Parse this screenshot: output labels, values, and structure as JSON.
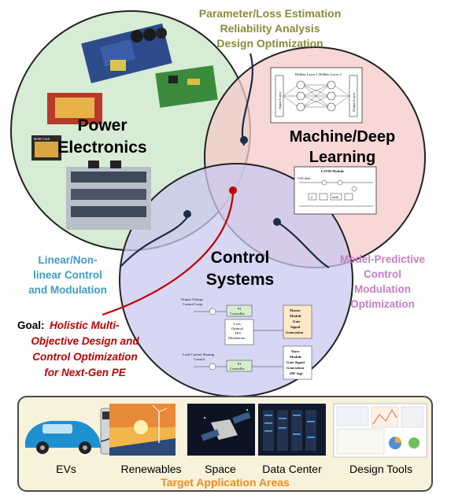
{
  "circles": {
    "power_electronics": {
      "line1": "Power",
      "line2": "Electronics",
      "fill": "#cfe9cc"
    },
    "machine_learning": {
      "line1": "Machine/Deep",
      "line2": "Learning",
      "fill": "#f6c9c9"
    },
    "control_systems": {
      "line1": "Control",
      "line2": "Systems",
      "fill": "#c9c8ef"
    }
  },
  "callouts": {
    "top": {
      "line1": "Parameter/Loss Estimation",
      "line2": "Reliability Analysis",
      "line3": "Design Optimization",
      "color": "#8a8a3c"
    },
    "left": {
      "line1": "Linear/Non-",
      "line2": "linear Control",
      "line3": "and Modulation",
      "color": "#3d9dc4"
    },
    "right": {
      "line1": "Model-Predictive",
      "line2": "Control",
      "line3": "Modulation",
      "line4": "Optimization",
      "color": "#c77dc5"
    },
    "goal": {
      "label": "Goal:",
      "line1": "Holistic Multi-",
      "line2": "Objective Design and",
      "line3": "Control Optimization",
      "line4": "for Next-Gen PE",
      "color": "#c00000"
    }
  },
  "nn_diagram": {
    "input_layer": "Input Layer",
    "hidden1": "Hidden Layer 1",
    "hidden2": "Hidden Layer 2",
    "output_layer": "Output Layer"
  },
  "lstm_diagram": {
    "title": "LSTM Module",
    "cell": "Cell data",
    "sigmoid": "σ",
    "tanh": "tanh"
  },
  "control_diagram": {
    "output_loop_1": "Output Voltage",
    "output_loop_2": "Control Loop",
    "pi_1": "PI",
    "pi_1b": "Controller",
    "loss_1": "Loss",
    "loss_2": "Optimal",
    "loss_3": "TPS",
    "loss_4": "Modulation",
    "master_1": "Master",
    "master_2": "Module",
    "master_3": "Gate",
    "master_4": "Signal",
    "master_5": "Generation",
    "share_1": "Load Current Sharing",
    "share_2": "Control",
    "pi_2": "PI",
    "pi_2b": "Controller",
    "slave_1": "Slave",
    "slave_2": "Module",
    "slave_3": "Gate Signal",
    "slave_4": "Generation",
    "slave_5": "(90° lag)"
  },
  "applications": {
    "items": [
      "EVs",
      "Renewables",
      "Space",
      "Data Center",
      "Design Tools"
    ],
    "footer": "Target Application Areas",
    "footer_color": "#f28c1e"
  }
}
